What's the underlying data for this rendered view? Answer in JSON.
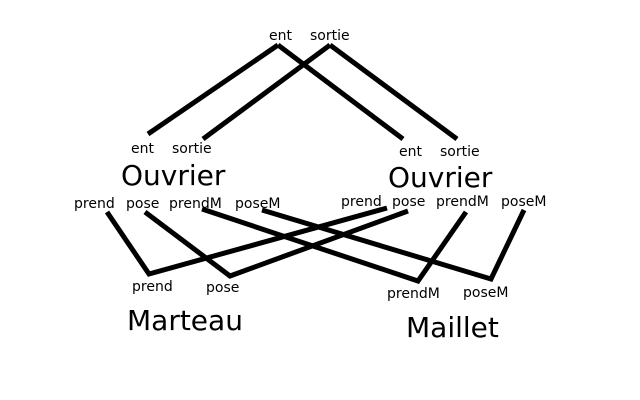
{
  "colors": {
    "background": "#ffffff",
    "ink": "#000000"
  },
  "top_ports": {
    "ent": "ent",
    "sortie": "sortie"
  },
  "ouvrier_left": {
    "in_ent": "ent",
    "in_sortie": "sortie",
    "title": "Ouvrier",
    "out_prend": "prend",
    "out_pose": "pose",
    "out_prendM": "prendM",
    "out_poseM": "poseM"
  },
  "ouvrier_right": {
    "in_ent": "ent",
    "in_sortie": "sortie",
    "title": "Ouvrier",
    "out_prend": "prend",
    "out_pose": "pose",
    "out_prendM": "prendM",
    "out_poseM": "poseM"
  },
  "marteau": {
    "in_prend": "prend",
    "in_pose": "pose",
    "title": "Marteau"
  },
  "maillet": {
    "in_prendM": "prendM",
    "in_poseM": "poseM",
    "title": "Maillet"
  }
}
